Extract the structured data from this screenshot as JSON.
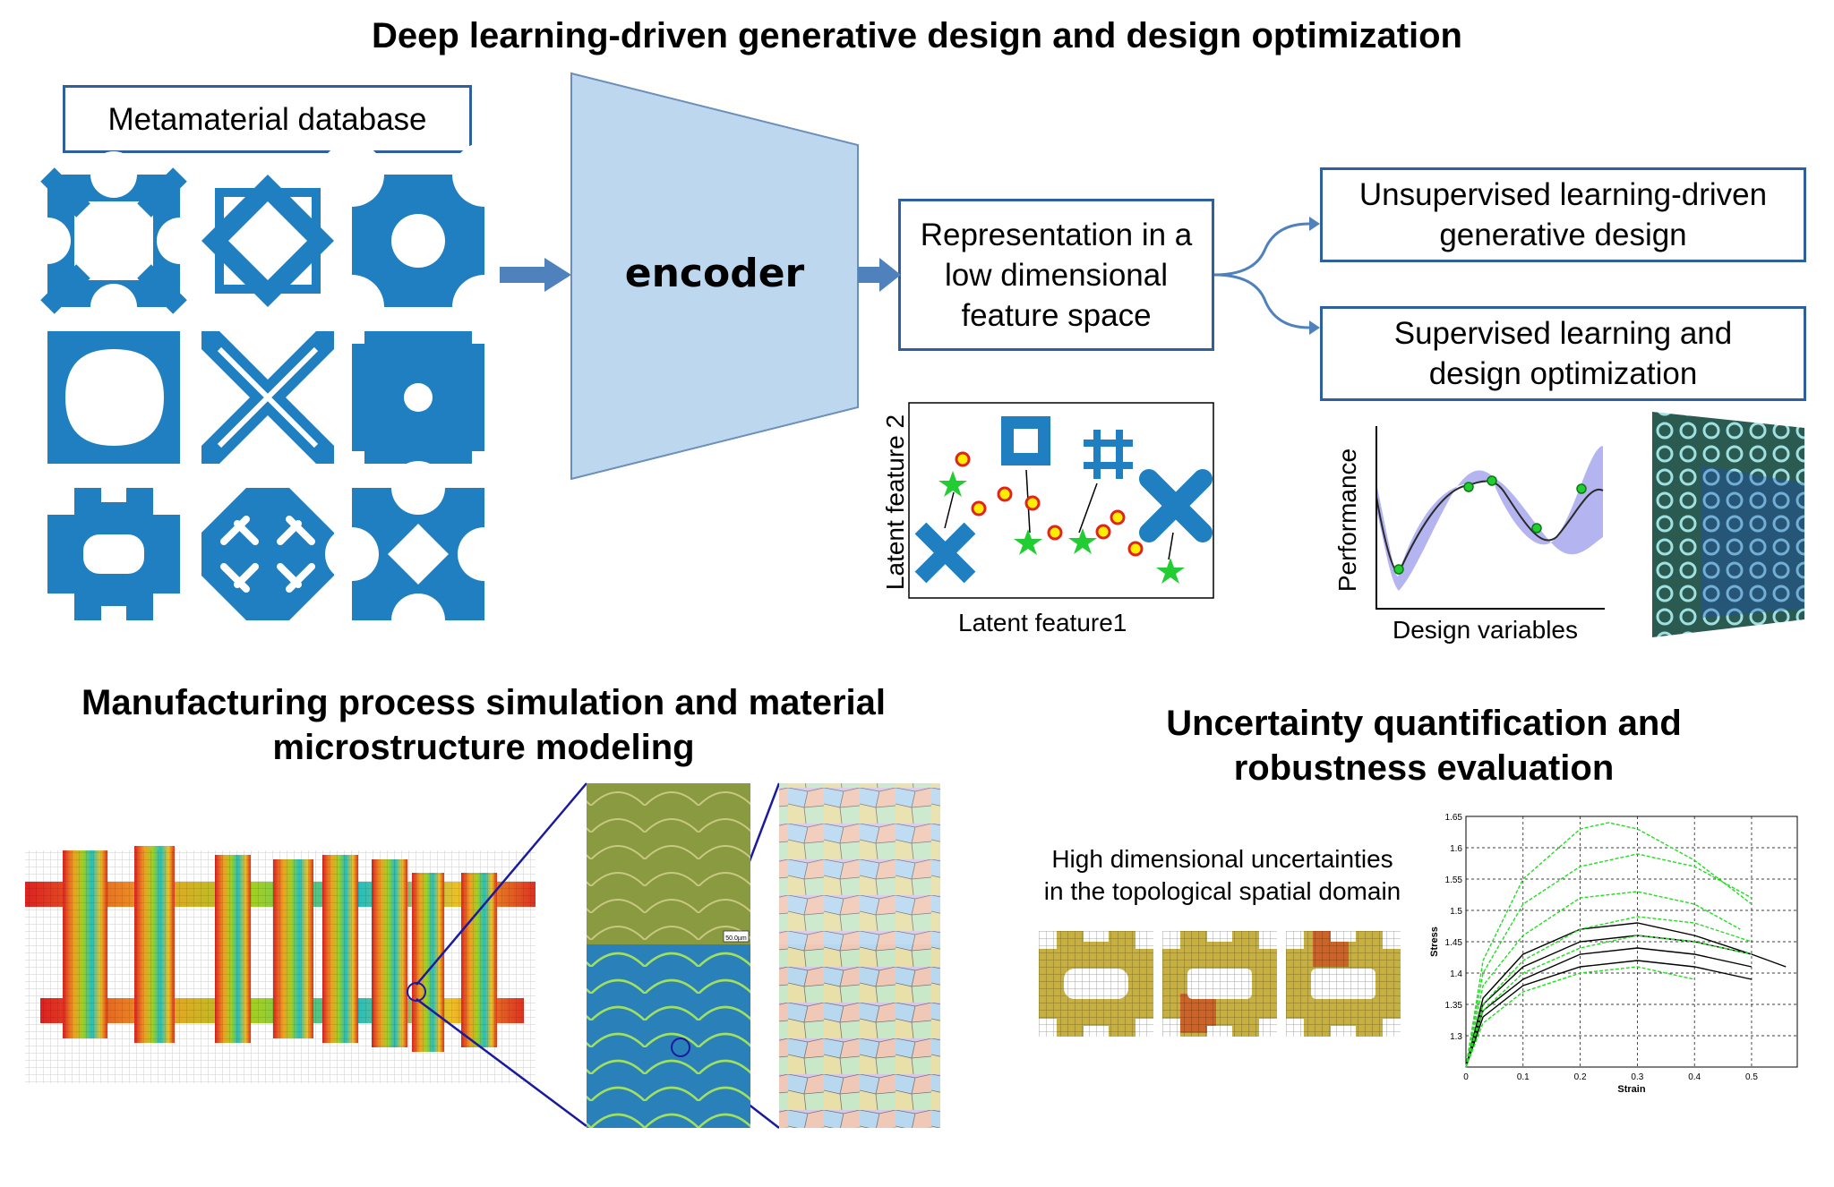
{
  "titles": {
    "main": "Deep learning-driven generative design and design optimization",
    "manufacturing_line1": "Manufacturing process simulation and material",
    "manufacturing_line2": "microstructure modeling",
    "uncertainty_line1": "Uncertainty quantification and",
    "uncertainty_line2": "robustness evaluation"
  },
  "boxes": {
    "database": "Metamaterial database",
    "representation_line1": "Representation in a",
    "representation_line2": "low dimensional",
    "representation_line3": "feature space",
    "unsupervised_line1": "Unsupervised learning-driven",
    "unsupervised_line2": "generative design",
    "supervised_line1": "Supervised learning and",
    "supervised_line2": "design optimization"
  },
  "encoder_label": "encoder",
  "latent_plot": {
    "xlabel": "Latent feature1",
    "ylabel": "Latent feature 2"
  },
  "performance_plot": {
    "xlabel": "Design variables",
    "ylabel": "Performance"
  },
  "uncertainty_text_line1": "High dimensional uncertainties",
  "uncertainty_text_line2": "in the topological spatial domain",
  "scale_bar_text": "50.0µm",
  "colors": {
    "metamaterial_blue": "#1f7fc0",
    "encoder_fill": "#bdd7ee",
    "box_border": "#2e5f9e",
    "arrow_blue": "#4f81bd",
    "star_green": "#22cc33",
    "marker_yellow": "#ffee00",
    "marker_red": "#e0241c",
    "uncertainty_band": "#b4b4f0",
    "curve_green": "#22dd22"
  },
  "chart_data": {
    "type": "line",
    "xlabel": "Strain",
    "ylabel": "Stress",
    "xticks": [
      "0",
      "0.1",
      "0.2",
      "0.3",
      "0.4",
      "0.5"
    ],
    "yticks": [
      "1.3",
      "1.35",
      "1.4",
      "1.45",
      "1.5",
      "1.55",
      "1.6",
      "1.65"
    ],
    "xlim": [
      0,
      0.58
    ],
    "ylim": [
      1.25,
      1.65
    ],
    "grid": true,
    "series": [
      {
        "color": "#000000",
        "x": [
          0,
          0.03,
          0.1,
          0.2,
          0.3,
          0.4,
          0.5,
          0.56
        ],
        "y": [
          1.25,
          1.35,
          1.41,
          1.45,
          1.46,
          1.45,
          1.43,
          1.41
        ]
      },
      {
        "color": "#000000",
        "x": [
          0,
          0.03,
          0.1,
          0.2,
          0.3,
          0.4,
          0.5
        ],
        "y": [
          1.25,
          1.36,
          1.43,
          1.47,
          1.48,
          1.46,
          1.43
        ]
      },
      {
        "color": "#000000",
        "x": [
          0,
          0.03,
          0.1,
          0.2,
          0.3,
          0.4,
          0.5
        ],
        "y": [
          1.25,
          1.34,
          1.39,
          1.43,
          1.44,
          1.43,
          1.41
        ]
      },
      {
        "color": "#000000",
        "x": [
          0,
          0.03,
          0.1,
          0.2,
          0.3,
          0.4,
          0.5
        ],
        "y": [
          1.25,
          1.33,
          1.38,
          1.41,
          1.42,
          1.41,
          1.39
        ]
      },
      {
        "color": "#22dd22",
        "x": [
          0,
          0.03,
          0.1,
          0.2,
          0.25,
          0.3,
          0.4,
          0.5
        ],
        "y": [
          1.25,
          1.42,
          1.55,
          1.63,
          1.64,
          1.63,
          1.58,
          1.51
        ]
      },
      {
        "color": "#22dd22",
        "x": [
          0,
          0.03,
          0.1,
          0.2,
          0.3,
          0.4,
          0.5
        ],
        "y": [
          1.25,
          1.4,
          1.51,
          1.57,
          1.59,
          1.57,
          1.52
        ]
      },
      {
        "color": "#22dd22",
        "x": [
          0,
          0.03,
          0.1,
          0.2,
          0.3,
          0.4,
          0.48
        ],
        "y": [
          1.25,
          1.38,
          1.46,
          1.52,
          1.53,
          1.51,
          1.47
        ]
      },
      {
        "color": "#22dd22",
        "x": [
          0,
          0.03,
          0.1,
          0.2,
          0.3,
          0.4,
          0.5
        ],
        "y": [
          1.25,
          1.35,
          1.42,
          1.47,
          1.49,
          1.48,
          1.45
        ]
      },
      {
        "color": "#22dd22",
        "x": [
          0,
          0.03,
          0.1,
          0.2,
          0.3,
          0.4
        ],
        "y": [
          1.25,
          1.32,
          1.37,
          1.4,
          1.41,
          1.39
        ]
      },
      {
        "color": "#22dd22",
        "x": [
          0,
          0.03,
          0.1,
          0.2,
          0.3,
          0.4,
          0.5
        ],
        "y": [
          1.25,
          1.34,
          1.4,
          1.44,
          1.46,
          1.45,
          1.43
        ]
      }
    ]
  }
}
